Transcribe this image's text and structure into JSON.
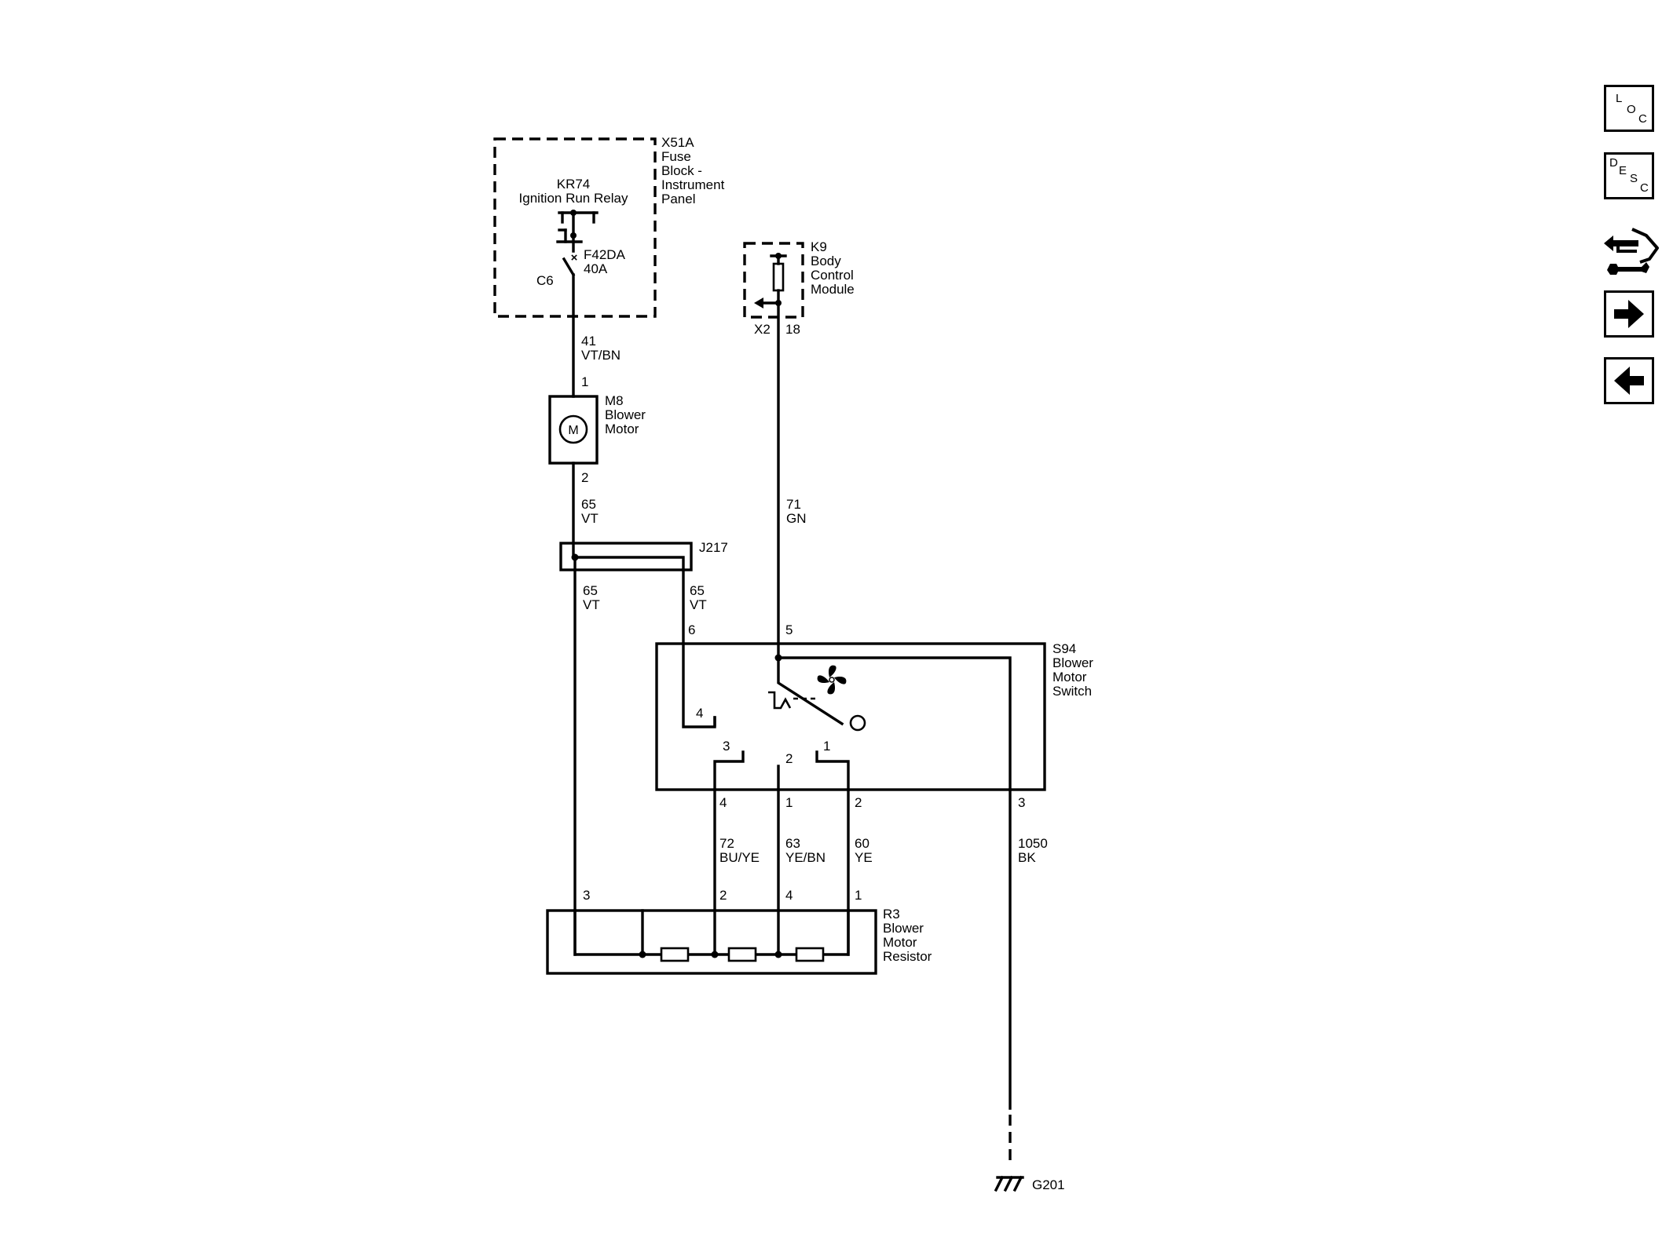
{
  "components": {
    "x51a": {
      "id": "X51A",
      "lines": [
        "Fuse",
        "Block -",
        "Instrument",
        "Panel"
      ]
    },
    "kr74": {
      "id": "KR74",
      "name": "Ignition Run Relay"
    },
    "f42da": {
      "id": "F42DA",
      "rating": "40A"
    },
    "c6": "C6",
    "k9": {
      "id": "K9",
      "lines": [
        "Body",
        "Control",
        "Module"
      ]
    },
    "k9_connector": "X2",
    "k9_pin": "18",
    "m8": {
      "id": "M8",
      "lines": [
        "Blower",
        "Motor"
      ],
      "symbol": "M"
    },
    "j217": "J217",
    "s94": {
      "id": "S94",
      "lines": [
        "Blower",
        "Motor",
        "Switch"
      ]
    },
    "r3": {
      "id": "R3",
      "lines": [
        "Blower",
        "Motor",
        "Resistor"
      ]
    },
    "g201": "G201"
  },
  "wires": {
    "w41": {
      "circuit": "41",
      "color": "VT/BN"
    },
    "w65_a": {
      "circuit": "65",
      "color": "VT"
    },
    "w65_b": {
      "circuit": "65",
      "color": "VT"
    },
    "w65_c": {
      "circuit": "65",
      "color": "VT"
    },
    "w71": {
      "circuit": "71",
      "color": "GN"
    },
    "w72": {
      "circuit": "72",
      "color": "BU/YE"
    },
    "w63": {
      "circuit": "63",
      "color": "YE/BN"
    },
    "w60": {
      "circuit": "60",
      "color": "YE"
    },
    "w1050": {
      "circuit": "1050",
      "color": "BK"
    }
  },
  "pins": {
    "m8_top": "1",
    "m8_bottom": "2",
    "s94_in6": "6",
    "s94_in5": "5",
    "s94_int4": "4",
    "s94_int3": "3",
    "s94_int2": "2",
    "s94_int1": "1",
    "s94_out4": "4",
    "s94_out1": "1",
    "s94_out2": "2",
    "s94_out3": "3",
    "r3_3": "3",
    "r3_2": "2",
    "r3_4": "4",
    "r3_1": "1"
  },
  "nav": {
    "loc": [
      "L",
      "O",
      "C"
    ],
    "desc": [
      "D",
      "E",
      "S",
      "C"
    ]
  }
}
